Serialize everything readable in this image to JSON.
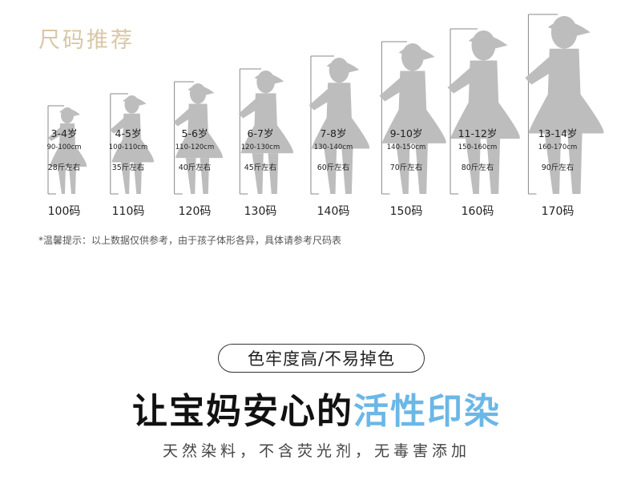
{
  "heading": "尺码推荐",
  "sizes": [
    {
      "age": "3-4岁",
      "height": "90-100cm",
      "weight": "28斤左右",
      "size": "100码"
    },
    {
      "age": "4-5岁",
      "height": "100-110cm",
      "weight": "35斤左右",
      "size": "110码"
    },
    {
      "age": "5-6岁",
      "height": "110-120cm",
      "weight": "40斤左右",
      "size": "120码"
    },
    {
      "age": "6-7岁",
      "height": "120-130cm",
      "weight": "45斤左右",
      "size": "130码"
    },
    {
      "age": "7-8岁",
      "height": "130-140cm",
      "weight": "60斤左右",
      "size": "140码"
    },
    {
      "age": "9-10岁",
      "height": "140-150cm",
      "weight": "70斤左右",
      "size": "150码"
    },
    {
      "age": "11-12岁",
      "height": "150-160cm",
      "weight": "80斤左右",
      "size": "160码"
    },
    {
      "age": "13-14岁",
      "height": "160-170cm",
      "weight": "90斤左右",
      "size": "170码"
    }
  ],
  "note": "*温馨提示：以上数据仅供参考，由于孩子体形各异，具体请参考尺码表",
  "badge": "色牢度高/不易掉色",
  "title_main": "让宝妈安心的",
  "title_accent": "活性印染",
  "subtitle": "天然染料，不含荧光剂，无毒害添加",
  "colors": {
    "heading": "#d8c7a5",
    "accent": "#6bb7e6",
    "silhouette": "#bdbdbd"
  }
}
